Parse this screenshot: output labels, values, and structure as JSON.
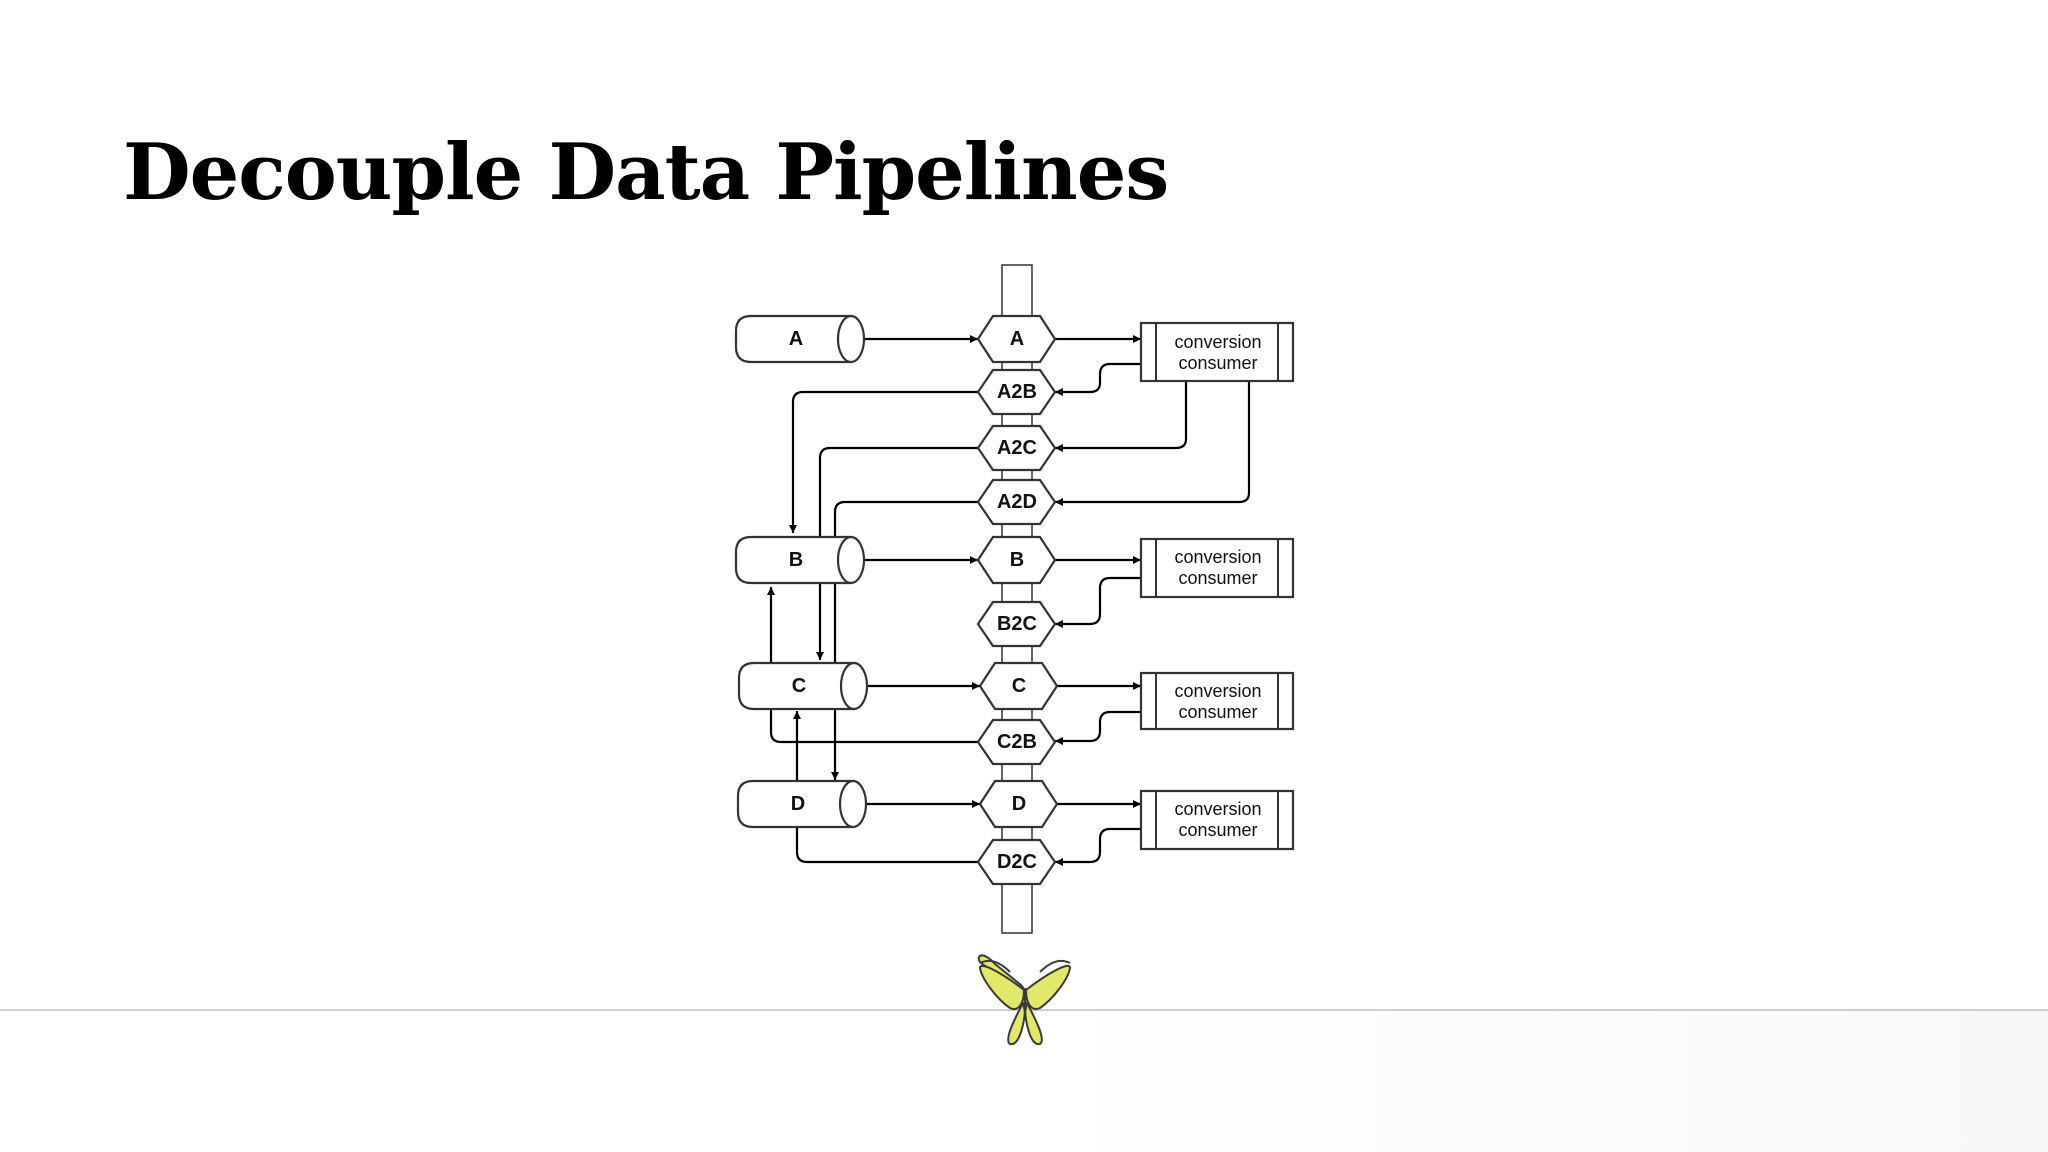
{
  "slide": {
    "title": "Decouple Data Pipelines"
  },
  "diagram": {
    "sources": [
      "A",
      "B",
      "C",
      "D"
    ],
    "topics": [
      "A",
      "A2B",
      "A2C",
      "A2D",
      "B",
      "B2C",
      "C",
      "C2B",
      "D",
      "D2C"
    ],
    "consumer": {
      "line1": "conversion",
      "line2": "consumer"
    }
  },
  "logo": {
    "name": "butterfly-logo",
    "color": "#e1e86a"
  },
  "colors": {
    "stroke": "#333333",
    "background": "#ffffff",
    "divider": "#cfcfcf"
  }
}
